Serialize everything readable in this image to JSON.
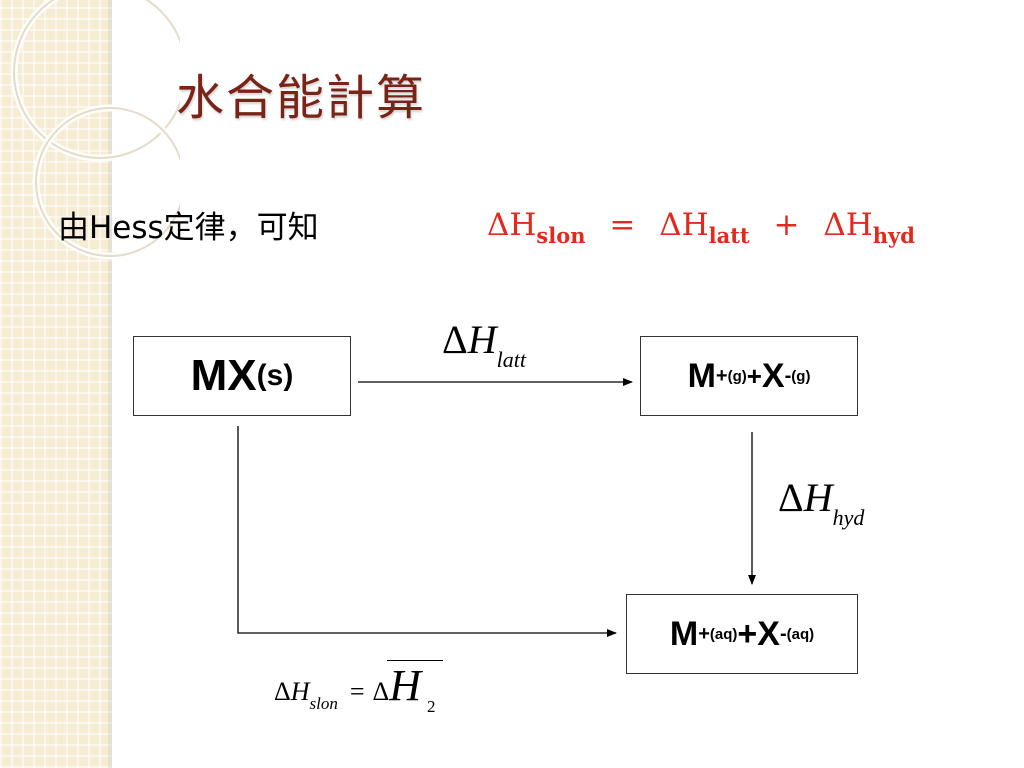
{
  "title": "水合能計算",
  "intro": {
    "text": "由Hess定律，可知",
    "equation": {
      "delta": "ΔH",
      "sub_slon": "slon",
      "equals": "=",
      "sub_latt": "latt",
      "plus": "+",
      "sub_hyd": "hyd"
    }
  },
  "boxes": {
    "solid": {
      "formula": "MX",
      "state": "(s)"
    },
    "gas": {
      "m": "M",
      "m_charge": "+",
      "m_state": "(g)",
      "plus": "+",
      "x": "X",
      "x_charge": "-",
      "x_state": "(g)"
    },
    "aqueous": {
      "m": "M",
      "m_charge": "+",
      "m_state": "(aq)",
      "plus": "+",
      "x": "X",
      "x_charge": "-",
      "x_state": "(aq)"
    }
  },
  "labels": {
    "delta": "Δ",
    "h": "H",
    "latt": "latt",
    "hyd": "hyd"
  },
  "formula": {
    "delta": "Δ",
    "h": "H",
    "sub": "slon",
    "equals": "=",
    "rhs_delta": "Δ",
    "rhs_h": "H",
    "rhs_sub": "2"
  },
  "colors": {
    "title": "#7a2418",
    "equation": "#e02a1e",
    "side_band": "#f5ecd3"
  }
}
